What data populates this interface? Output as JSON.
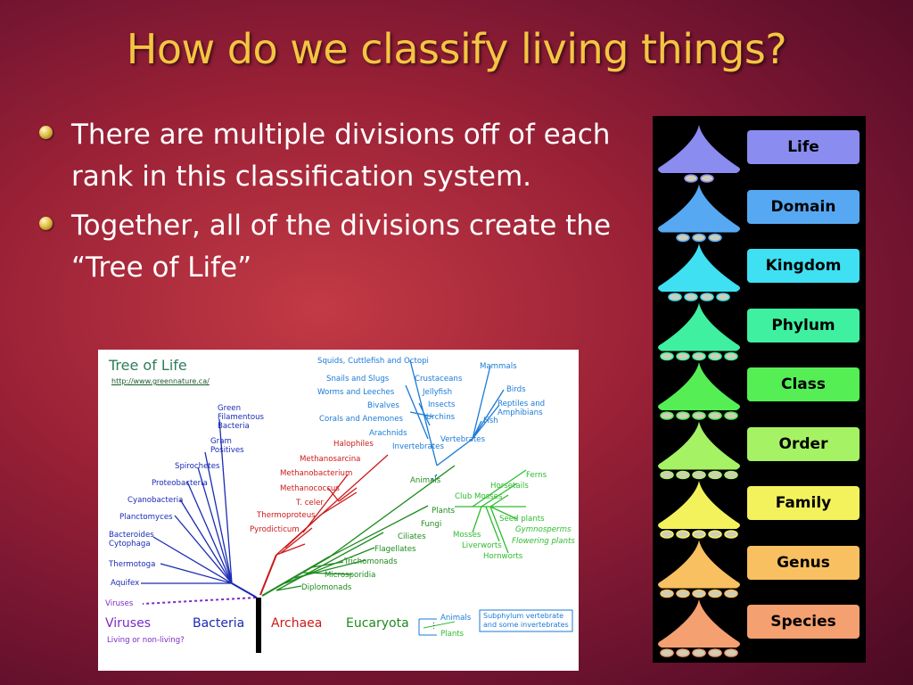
{
  "slide": {
    "title": "How do we classify living things?",
    "bullets": [
      "There are multiple divisions off of each rank in this classification system.",
      "Together, all of the divisions create the “Tree of Life”"
    ]
  },
  "tree_of_life": {
    "title": "Tree of Life",
    "url": "http://www.greennature.ca/",
    "groups": {
      "viruses": "Viruses",
      "bacteria": "Bacteria",
      "archaea": "Archaea",
      "eucaryota": "Eucaryota",
      "viruses_note": "Living or non-living?"
    },
    "viruses_branch": "Viruses",
    "bacteria_branches": [
      "Green Filamentous Bacteria",
      "Gram Positives",
      "Spirochetes",
      "Proteobacteria",
      "Cyanobacteria",
      "Planctomyces",
      "Bacteroides Cytophaga",
      "Thermotoga",
      "Aquifex"
    ],
    "archaea_branches": [
      "Halophiles",
      "Methanosarcina",
      "Methanobacterium",
      "Methanococcus",
      "T. celer",
      "Thermoproteus",
      "Pyrodicticum"
    ],
    "eucaryota_branches": [
      "Animals",
      "Plants",
      "Fungi",
      "Ciliates",
      "Flagellates",
      "Trichomonads",
      "Microsporidia",
      "Diplomonads"
    ],
    "invertebrates": [
      "Squids, Cuttlefish and Octopi",
      "Snails and Slugs",
      "Crustaceans",
      "Worms and Leeches",
      "Jellyfish",
      "Bivalves",
      "Insects",
      "Corals and Anemones",
      "Urchins",
      "Arachnids",
      "Invertebrates"
    ],
    "vertebrates": [
      "Mammals",
      "Birds",
      "Reptiles and Amphibians",
      "Fish",
      "Vertebrates"
    ],
    "plants": [
      "Ferns",
      "Horsetails",
      "Club Mosses",
      "Seed plants",
      "Gymnosperms",
      "Flowering plants",
      "Mosses",
      "Liverworts",
      "Hornworts"
    ],
    "legend": {
      "animals": "Animals",
      "dots": "⋮",
      "plants": "Plants",
      "note": "Subphylum vertebrate and some invertebrates"
    }
  },
  "ranks": [
    {
      "label": "Life",
      "color": "#8a8cf0"
    },
    {
      "label": "Domain",
      "color": "#57a8f2"
    },
    {
      "label": "Kingdom",
      "color": "#3fe0f2"
    },
    {
      "label": "Phylum",
      "color": "#3ff0a0"
    },
    {
      "label": "Class",
      "color": "#55ef55"
    },
    {
      "label": "Order",
      "color": "#a6f265"
    },
    {
      "label": "Family",
      "color": "#f4f25c"
    },
    {
      "label": "Genus",
      "color": "#f8c060"
    },
    {
      "label": "Species",
      "color": "#f4a070"
    }
  ]
}
